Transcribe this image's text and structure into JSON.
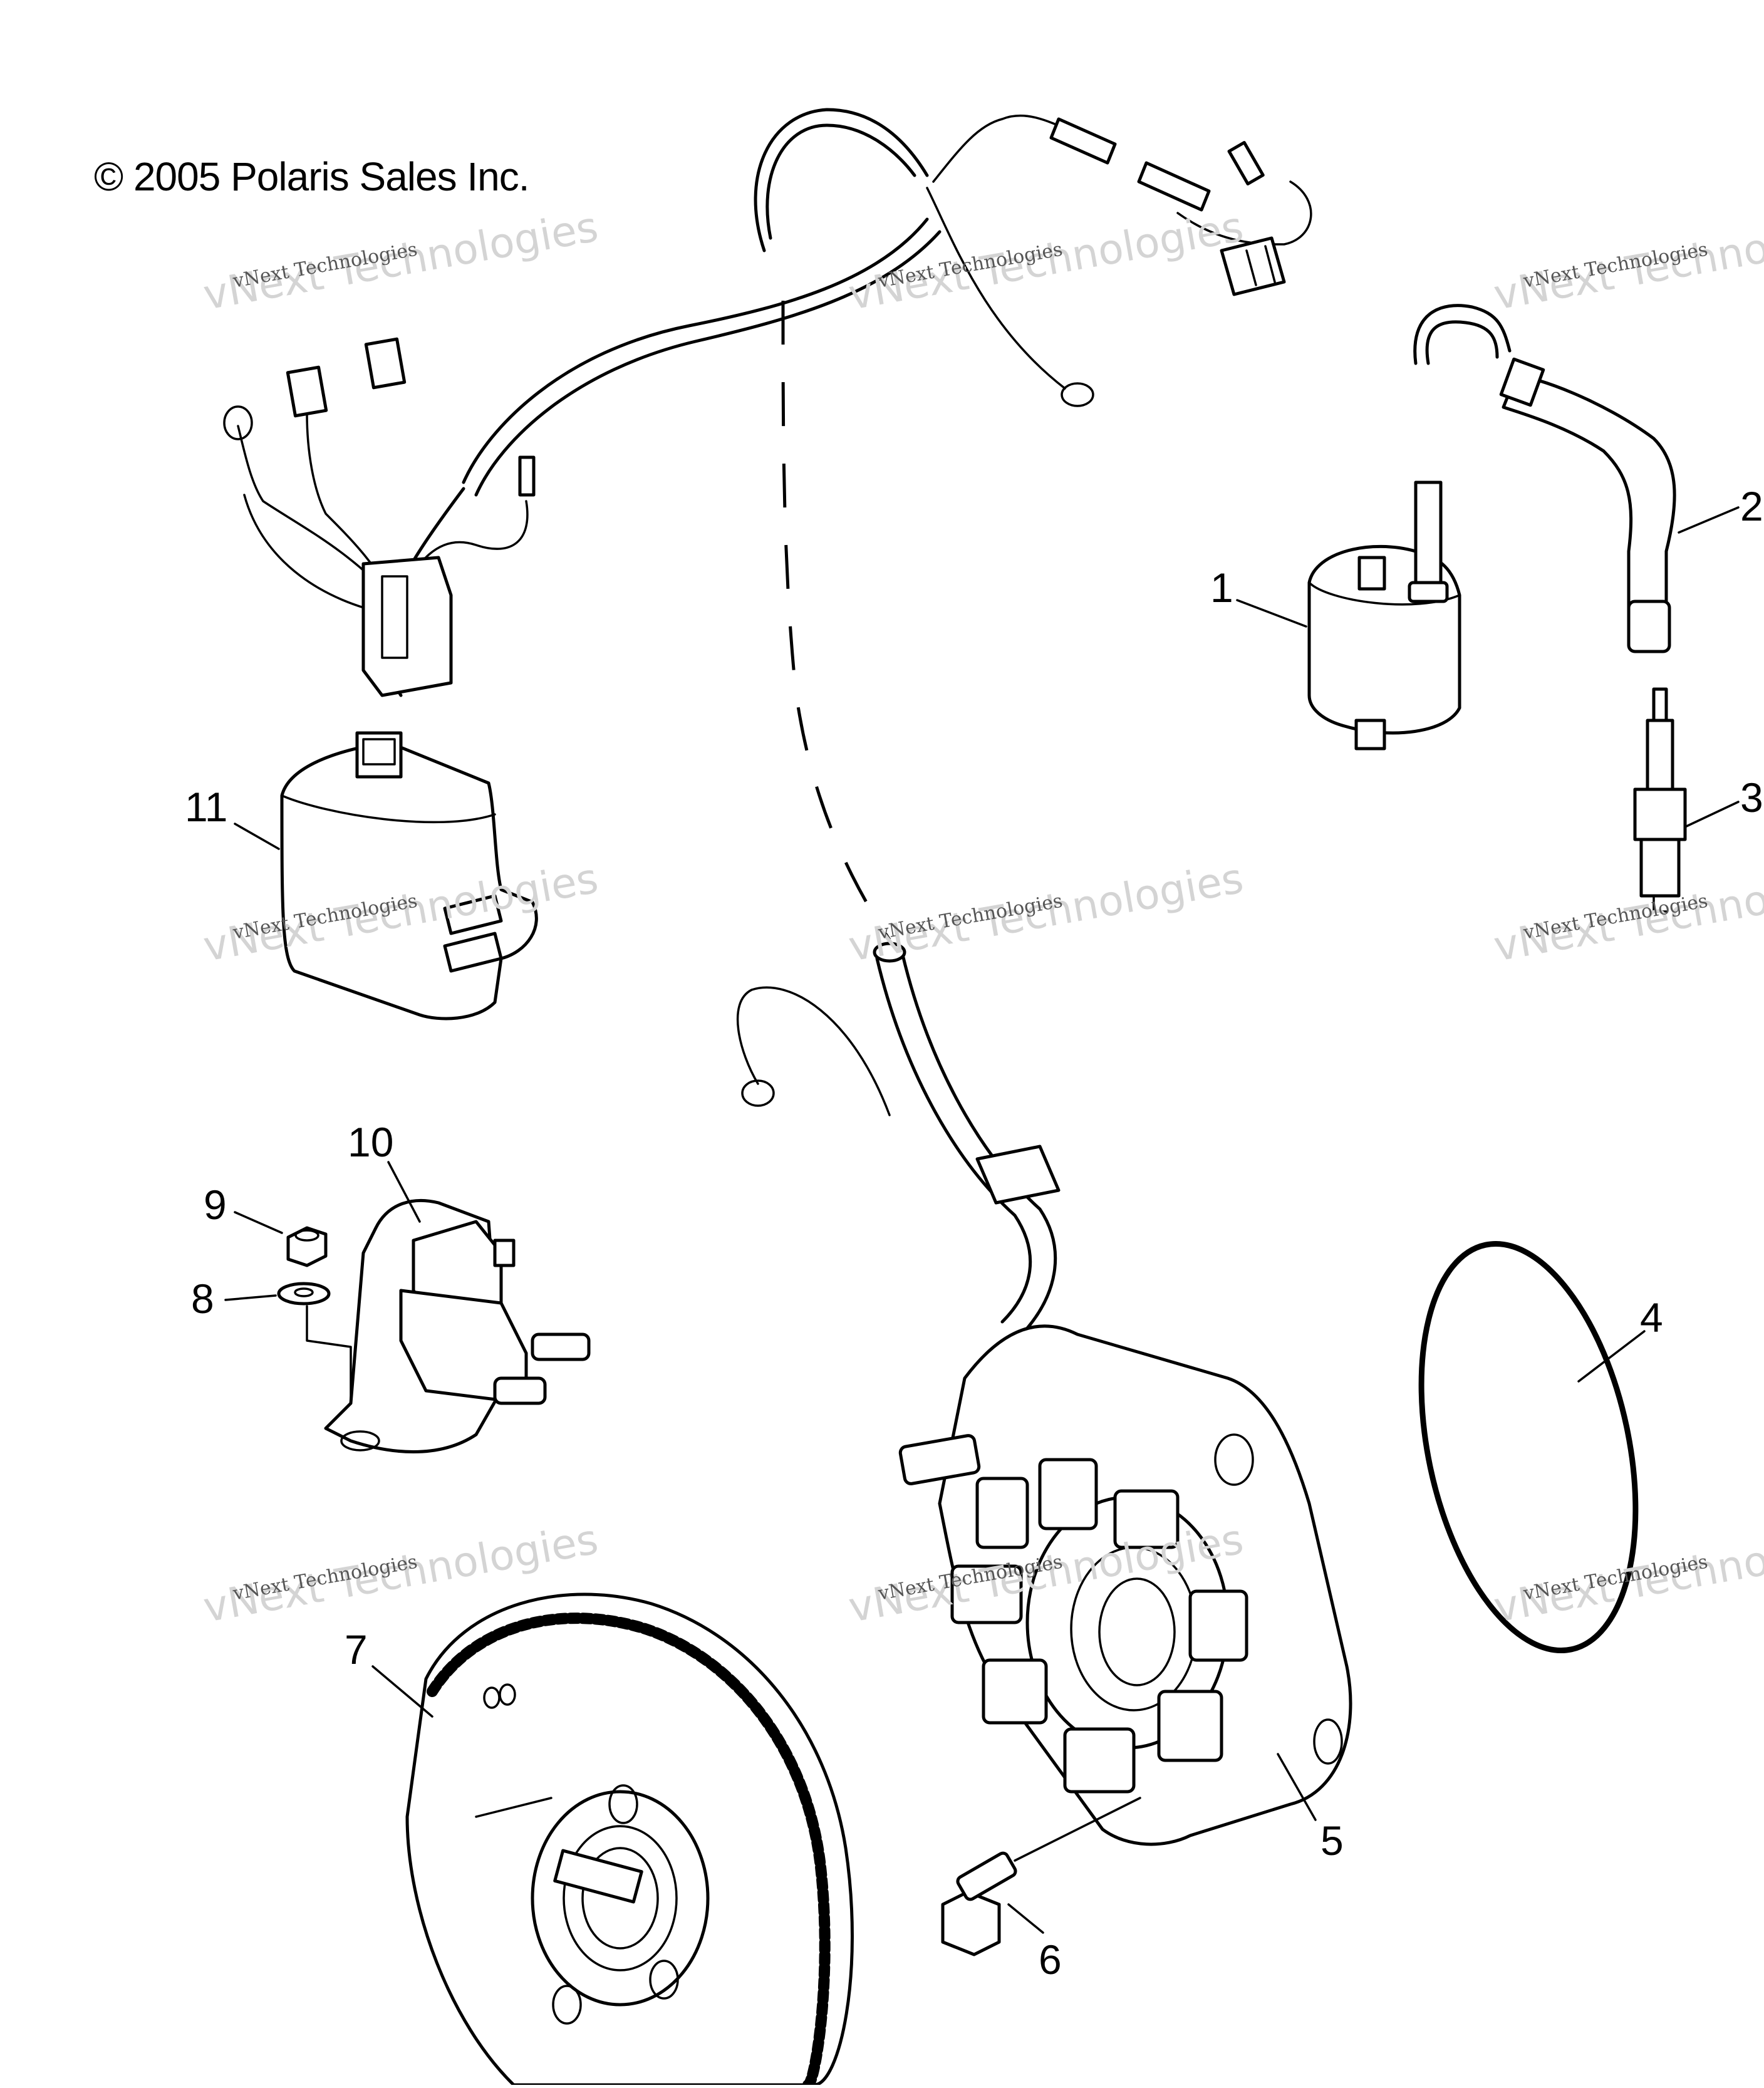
{
  "copyright": "© 2005 Polaris Sales Inc.",
  "watermark": {
    "line1": "vNext Technologies",
    "line2": "vNext Technologies"
  },
  "callouts": [
    "1",
    "2",
    "3",
    "4",
    "5",
    "6",
    "7",
    "8",
    "9",
    "10",
    "11"
  ],
  "parts": [
    {
      "ref": "1",
      "icon": "ignition-coil-icon"
    },
    {
      "ref": "2",
      "icon": "spark-plug-boot-icon"
    },
    {
      "ref": "3",
      "icon": "spark-plug-icon"
    },
    {
      "ref": "4",
      "icon": "o-ring-icon"
    },
    {
      "ref": "5",
      "icon": "stator-icon"
    },
    {
      "ref": "6",
      "icon": "bolt-icon"
    },
    {
      "ref": "7",
      "icon": "flywheel-icon"
    },
    {
      "ref": "8",
      "icon": "washer-icon"
    },
    {
      "ref": "9",
      "icon": "nut-icon"
    },
    {
      "ref": "10",
      "icon": "starter-solenoid-icon"
    },
    {
      "ref": "11",
      "icon": "cdi-module-icon"
    }
  ]
}
